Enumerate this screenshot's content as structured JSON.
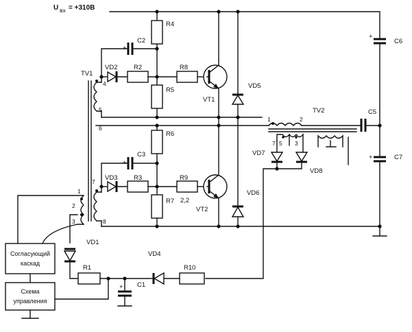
{
  "supply": {
    "label": "U",
    "sub": "вх",
    "value": " = +310В"
  },
  "resistors": {
    "r1": "R1",
    "r2": "R2",
    "r3": "R3",
    "r4": "R4",
    "r5": "R5",
    "r6": "R6",
    "r7": "R7",
    "r8": "R8",
    "r9": "R9",
    "r10": "R10",
    "r9_value": "2,2"
  },
  "capacitors": {
    "c1": "C1",
    "c2": "C2",
    "c3": "C3",
    "c5": "C5",
    "c6": "C6",
    "c7": "C7"
  },
  "diodes": {
    "vd1": "VD1",
    "vd2": "VD2",
    "vd3": "VD3",
    "vd4": "VD4",
    "vd5": "VD5",
    "vd6": "VD6",
    "vd7": "VD7",
    "vd8": "VD8"
  },
  "transistors": {
    "vt1": "VT1",
    "vt2": "VT2"
  },
  "transformers": {
    "tv1": "TV1",
    "tv2": "TV2"
  },
  "polarity": "+",
  "pins": {
    "p1": "1",
    "p2": "2",
    "p3": "3",
    "p4": "4",
    "p5": "5",
    "p6": "6",
    "p7": "7",
    "p8": "8",
    "t1": "1",
    "t2": "2",
    "s7": "7",
    "s5": "5",
    "s3": "3"
  },
  "blocks": {
    "matching": [
      "Согласующий",
      "каскад"
    ],
    "control": [
      "Схема",
      "управления"
    ]
  }
}
